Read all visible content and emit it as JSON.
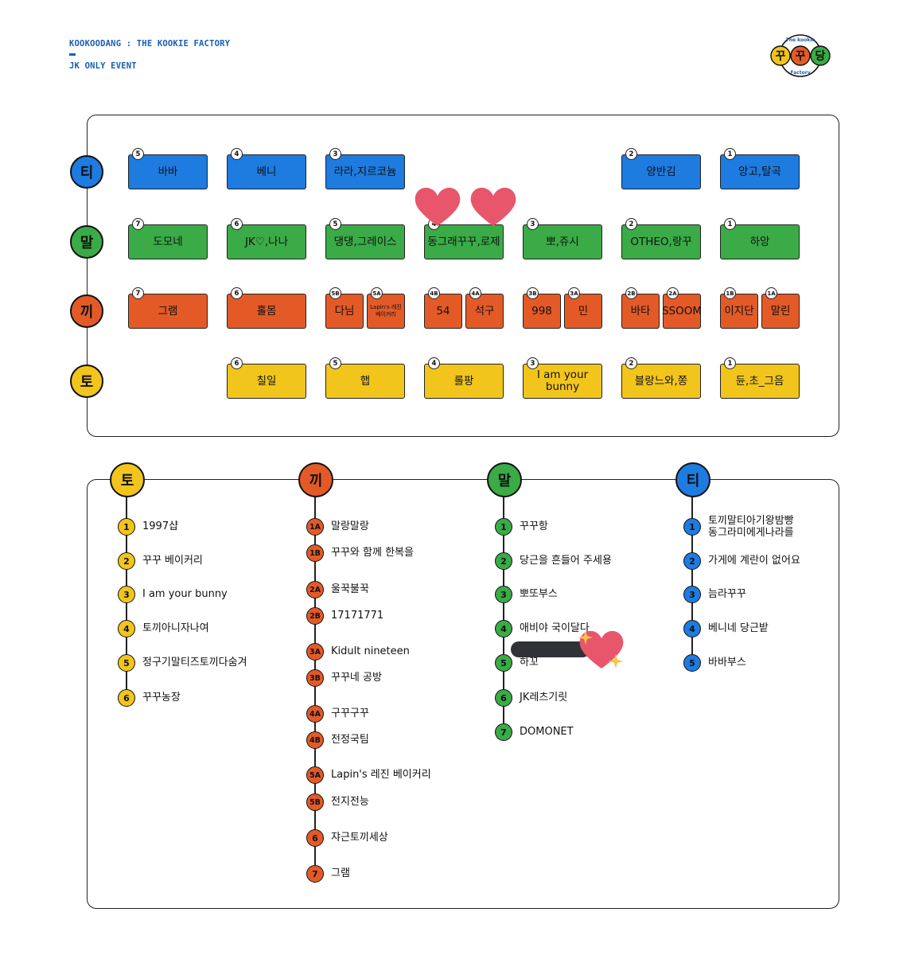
{
  "header": {
    "line1": "KOOKOODANG : THE KOOKIE FACTORY",
    "line2": "JK ONLY EVENT"
  },
  "logo": {
    "chars": [
      "꾸",
      "꾸",
      "당"
    ],
    "arc_top": "The kookie",
    "arc_bottom": "Factory"
  },
  "colors": {
    "blue": "#1e7be0",
    "green": "#3aab47",
    "orange": "#e45a27",
    "yellow": "#f2c51c",
    "heart": "#e8566c"
  },
  "map": {
    "rows": [
      {
        "label": "티",
        "color": "blue",
        "booths": [
          {
            "num": "5",
            "name": "바바"
          },
          {
            "num": "4",
            "name": "베니"
          },
          {
            "num": "3",
            "name": "라라,지르코늄"
          },
          {
            "num": "2",
            "name": "양반김"
          },
          {
            "num": "1",
            "name": "앙고,탈곡"
          }
        ]
      },
      {
        "label": "말",
        "color": "green",
        "booths": [
          {
            "num": "7",
            "name": "도모네"
          },
          {
            "num": "6",
            "name": "JK♡,나나"
          },
          {
            "num": "5",
            "name": "댕댕,그레이스"
          },
          {
            "num": "4",
            "name": "동그래꾸꾸,로제"
          },
          {
            "num": "3",
            "name": "뽀,쥬시"
          },
          {
            "num": "2",
            "name": "OTHEO,랑꾸"
          },
          {
            "num": "1",
            "name": "하앙"
          }
        ]
      },
      {
        "label": "끼",
        "color": "orange",
        "booths": [
          {
            "num": "7",
            "name": "그램"
          },
          {
            "num": "6",
            "name": "홀몸"
          },
          {
            "num": "5B",
            "name": "다님"
          },
          {
            "num": "5A",
            "name": "Lapin's 레진 베이커리"
          },
          {
            "num": "4B",
            "name": "54"
          },
          {
            "num": "4A",
            "name": "석구"
          },
          {
            "num": "3B",
            "name": "998"
          },
          {
            "num": "3A",
            "name": "민"
          },
          {
            "num": "2B",
            "name": "바타"
          },
          {
            "num": "2A",
            "name": "SSOOM"
          },
          {
            "num": "1B",
            "name": "이지단"
          },
          {
            "num": "1A",
            "name": "말린"
          }
        ]
      },
      {
        "label": "토",
        "color": "yellow",
        "booths": [
          {
            "num": "6",
            "name": "칠일"
          },
          {
            "num": "5",
            "name": "햅"
          },
          {
            "num": "4",
            "name": "롤팡"
          },
          {
            "num": "3",
            "name": "I am your bunny"
          },
          {
            "num": "2",
            "name": "블랑느와,쫑"
          },
          {
            "num": "1",
            "name": "듄,초_그음"
          }
        ]
      }
    ]
  },
  "lists": [
    {
      "label": "토",
      "color": "yellow",
      "items": [
        {
          "num": "1",
          "name": "1997샵"
        },
        {
          "num": "2",
          "name": "꾸꾸 베이커리"
        },
        {
          "num": "3",
          "name": "I am your bunny"
        },
        {
          "num": "4",
          "name": "토끼아니자나여"
        },
        {
          "num": "5",
          "name": "정구기말티즈토끼다숨겨"
        },
        {
          "num": "6",
          "name": "꾸꾸농장"
        }
      ]
    },
    {
      "label": "끼",
      "color": "orange",
      "items": [
        {
          "num": "1A",
          "name": "말랑말랑"
        },
        {
          "num": "1B",
          "name": "꾸꾸와 함께 한복을"
        },
        {
          "num": "2A",
          "name": "울꾹불꾹"
        },
        {
          "num": "2B",
          "name": "17171771"
        },
        {
          "num": "3A",
          "name": "Kidult nineteen"
        },
        {
          "num": "3B",
          "name": "꾸꾸네 공방"
        },
        {
          "num": "4A",
          "name": "구꾸구꾸"
        },
        {
          "num": "4B",
          "name": "전정국팀"
        },
        {
          "num": "5A",
          "name": "Lapin's 레진 베이커리"
        },
        {
          "num": "5B",
          "name": "전지전능"
        },
        {
          "num": "6",
          "name": "쟈근토끼세상"
        },
        {
          "num": "7",
          "name": "그램"
        }
      ]
    },
    {
      "label": "말",
      "color": "green",
      "items": [
        {
          "num": "1",
          "name": "꾸꾸항"
        },
        {
          "num": "2",
          "name": "당근을 흔들어 주세용"
        },
        {
          "num": "3",
          "name": "뽀또부스"
        },
        {
          "num": "4",
          "name": "애비야 국이달다"
        },
        {
          "num": "5",
          "name": "하꼬"
        },
        {
          "num": "6",
          "name": "JK레츠기릿"
        },
        {
          "num": "7",
          "name": "DOMONET"
        }
      ]
    },
    {
      "label": "티",
      "color": "blue",
      "items": [
        {
          "num": "1",
          "name": "토끼말티아기왕밤빵\n동그라미에게나라를"
        },
        {
          "num": "2",
          "name": "가게에 계란이 없어요"
        },
        {
          "num": "3",
          "name": "늠라꾸꾸"
        },
        {
          "num": "4",
          "name": "베니네 당근밭"
        },
        {
          "num": "5",
          "name": "바바부스"
        }
      ]
    }
  ]
}
